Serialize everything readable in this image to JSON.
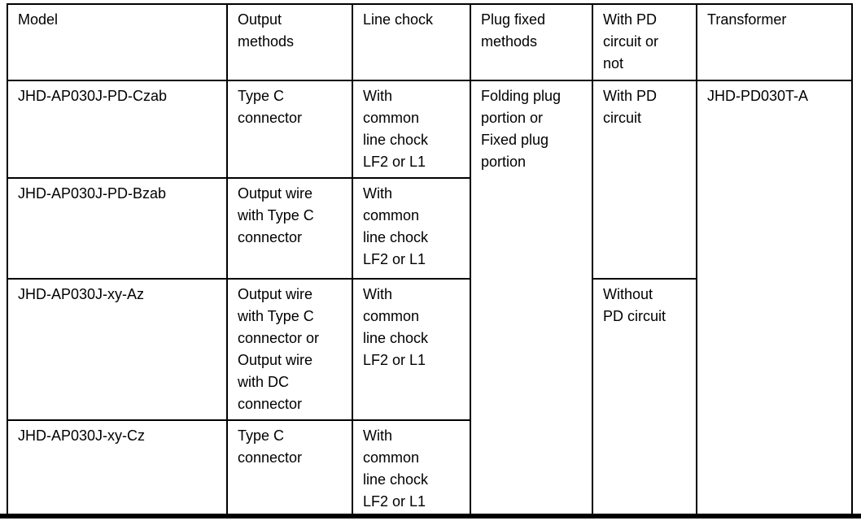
{
  "table": {
    "headers": {
      "model": "Model",
      "output_methods": "Output\nmethods",
      "line_chock": "Line chock",
      "plug_fixed_methods": "Plug fixed\nmethods",
      "pd_circuit": "With PD\ncircuit or\nnot",
      "transformer": "Transformer"
    },
    "rows": [
      {
        "model": "JHD-AP030J-PD-Czab",
        "output_method": "Type C\nconnector",
        "line_chock": "With\ncommon\nline chock\nLF2 or L1"
      },
      {
        "model": "JHD-AP030J-PD-Bzab",
        "output_method": "Output wire\nwith Type C\nconnector",
        "line_chock": "With\ncommon\nline chock\nLF2 or L1"
      },
      {
        "model": "JHD-AP030J-xy-Az",
        "output_method": "Output wire\nwith Type C\nconnector or\nOutput wire\nwith DC\nconnector",
        "line_chock": "With\ncommon\nline chock\nLF2 or L1"
      },
      {
        "model": "JHD-AP030J-xy-Cz",
        "output_method": "Type C\nconnector",
        "line_chock": "With\ncommon\nline chock\nLF2 or L1"
      }
    ],
    "merged_cells": {
      "plug_fixed": "Folding plug\nportion or\nFixed plug\nportion",
      "with_pd": "With PD\ncircuit",
      "without_pd": "Without\nPD circuit",
      "transformer_model": "JHD-PD030T-A"
    },
    "colors": {
      "border": "#000000",
      "text": "#000000",
      "background": "#ffffff"
    }
  }
}
